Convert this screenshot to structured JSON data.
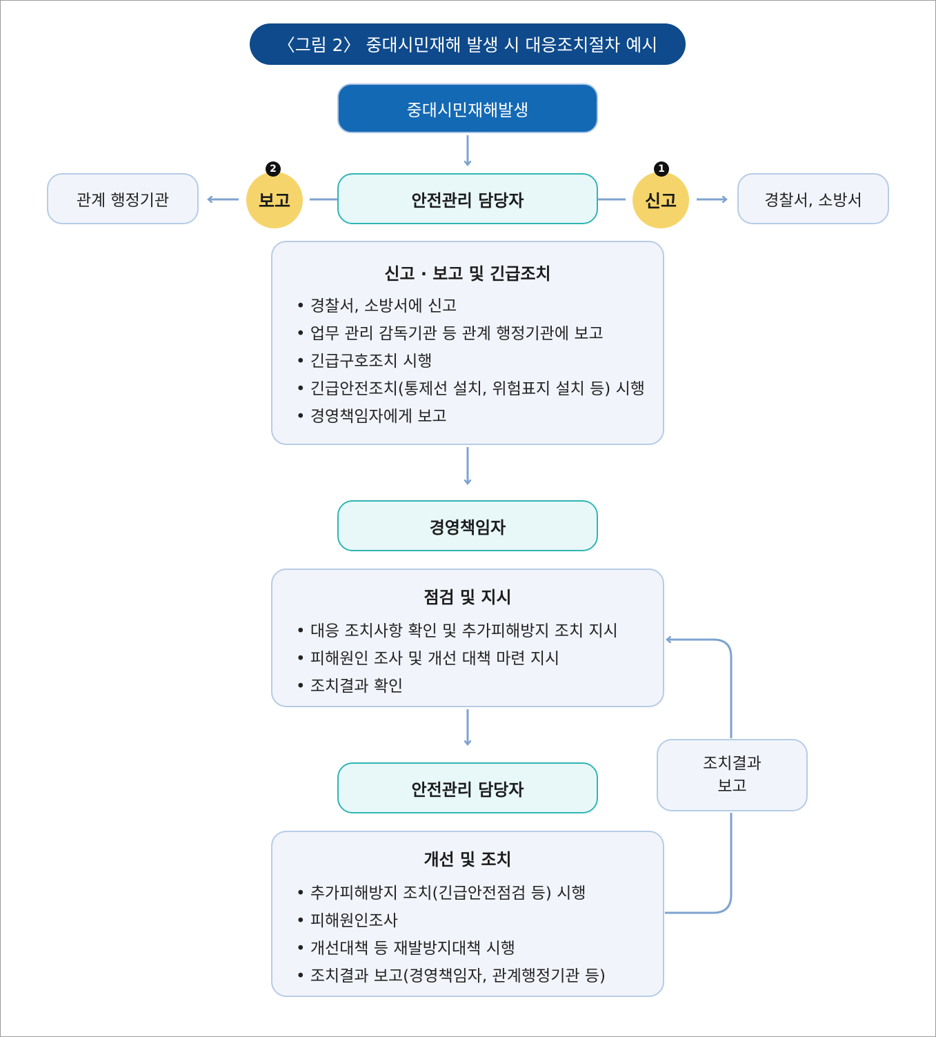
{
  "title": "〈그림 2〉 중대시민재해 발생 시 대응조치절차 예시",
  "event": "중대시민재해발생",
  "manager_label": "안전관리 담당자",
  "left": {
    "number": "2",
    "action": "보고",
    "target": "관계 행정기관"
  },
  "right": {
    "number": "1",
    "action": "신고",
    "target": "경찰서, 소방서"
  },
  "box1": {
    "heading": "신고 · 보고 및 긴급조치",
    "items": [
      "경찰서, 소방서에 신고",
      "업무 관리 감독기관 등 관계 행정기관에 보고",
      "긴급구호조치 시행",
      "긴급안전조치(통제선 설치, 위험표지 설치 등) 시행",
      "경영책임자에게 보고"
    ]
  },
  "executive_label": "경영책임자",
  "box2": {
    "heading": "점검 및 지시",
    "items": [
      "대응 조치사항 확인 및 추가피해방지 조치 지시",
      "피해원인 조사 및 개선 대책 마련 지시",
      "조치결과 확인"
    ]
  },
  "manager_label_2": "안전관리 담당자",
  "box3": {
    "heading": "개선 및 조치",
    "items": [
      "추가피해방지 조치(긴급안전점검 등) 시행",
      "피해원인조사",
      "개선대책 등 재발방지대책 시행",
      "조치결과 보고(경영책임자, 관계행정기관 등)"
    ]
  },
  "feedback": {
    "line1": "조치결과",
    "line2": "보고"
  },
  "colors": {
    "navy": "#0e4a8c",
    "blue": "#1469b4",
    "teal": "#2eb6b4",
    "yellow": "#f5d56b",
    "arrow": "#7ea3cf"
  }
}
